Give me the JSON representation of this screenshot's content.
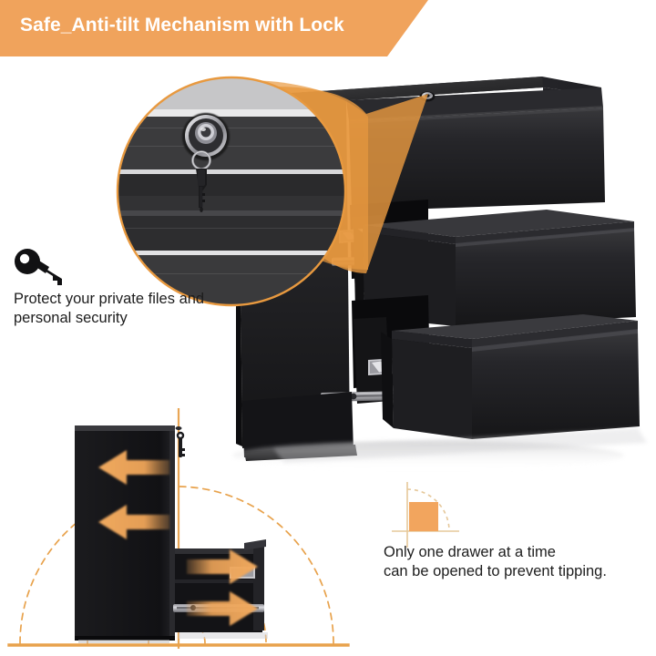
{
  "banner": {
    "title": "Safe_Anti-tilt Mechanism with Lock",
    "bg_color": "#F0A35C",
    "text_color": "#FFFFFF"
  },
  "features": [
    {
      "id": "lock-feature",
      "icon": "key-icon",
      "text_line1": "Protect your private files and",
      "text_line2": "personal security",
      "text": "Protect your private files and personal security"
    },
    {
      "id": "anti-tilt-feature",
      "icon": "tilt-angle-icon",
      "text_line1": "Only one drawer at a time",
      "text_line2": "can be opened to prevent tipping.",
      "text": "Only one drawer at a time can be opened to prevent tipping."
    }
  ],
  "product": {
    "name": "black-3-drawer-lateral-file-cabinet",
    "body_color": "#1b1b1b",
    "drawers_open": 2,
    "total_drawers": 3,
    "magnifier": {
      "name": "lock-closeup-magnifier",
      "shows": "lock-cylinder-with-key",
      "border_color": "#E8993F"
    },
    "callout_wedge_color": "#E8993F"
  },
  "diagram": {
    "name": "anti-tilt-side-view-diagram",
    "arrows": [
      {
        "direction": "left",
        "label": "cabinet-weight-backward-1"
      },
      {
        "direction": "left",
        "label": "cabinet-weight-backward-2"
      },
      {
        "direction": "right",
        "label": "drawer-pull-forward-1"
      },
      {
        "direction": "right",
        "label": "drawer-pull-forward-2"
      }
    ],
    "arc_color": "#E8A24C",
    "baseline_color": "#E8A24C",
    "arrow_color": "#F0A95E"
  },
  "colors": {
    "accent_orange": "#F0A35C",
    "deep_orange": "#E8993F",
    "body_black": "#1b1b1b",
    "text_dark": "#1d1d1d",
    "background": "#FFFFFF"
  }
}
